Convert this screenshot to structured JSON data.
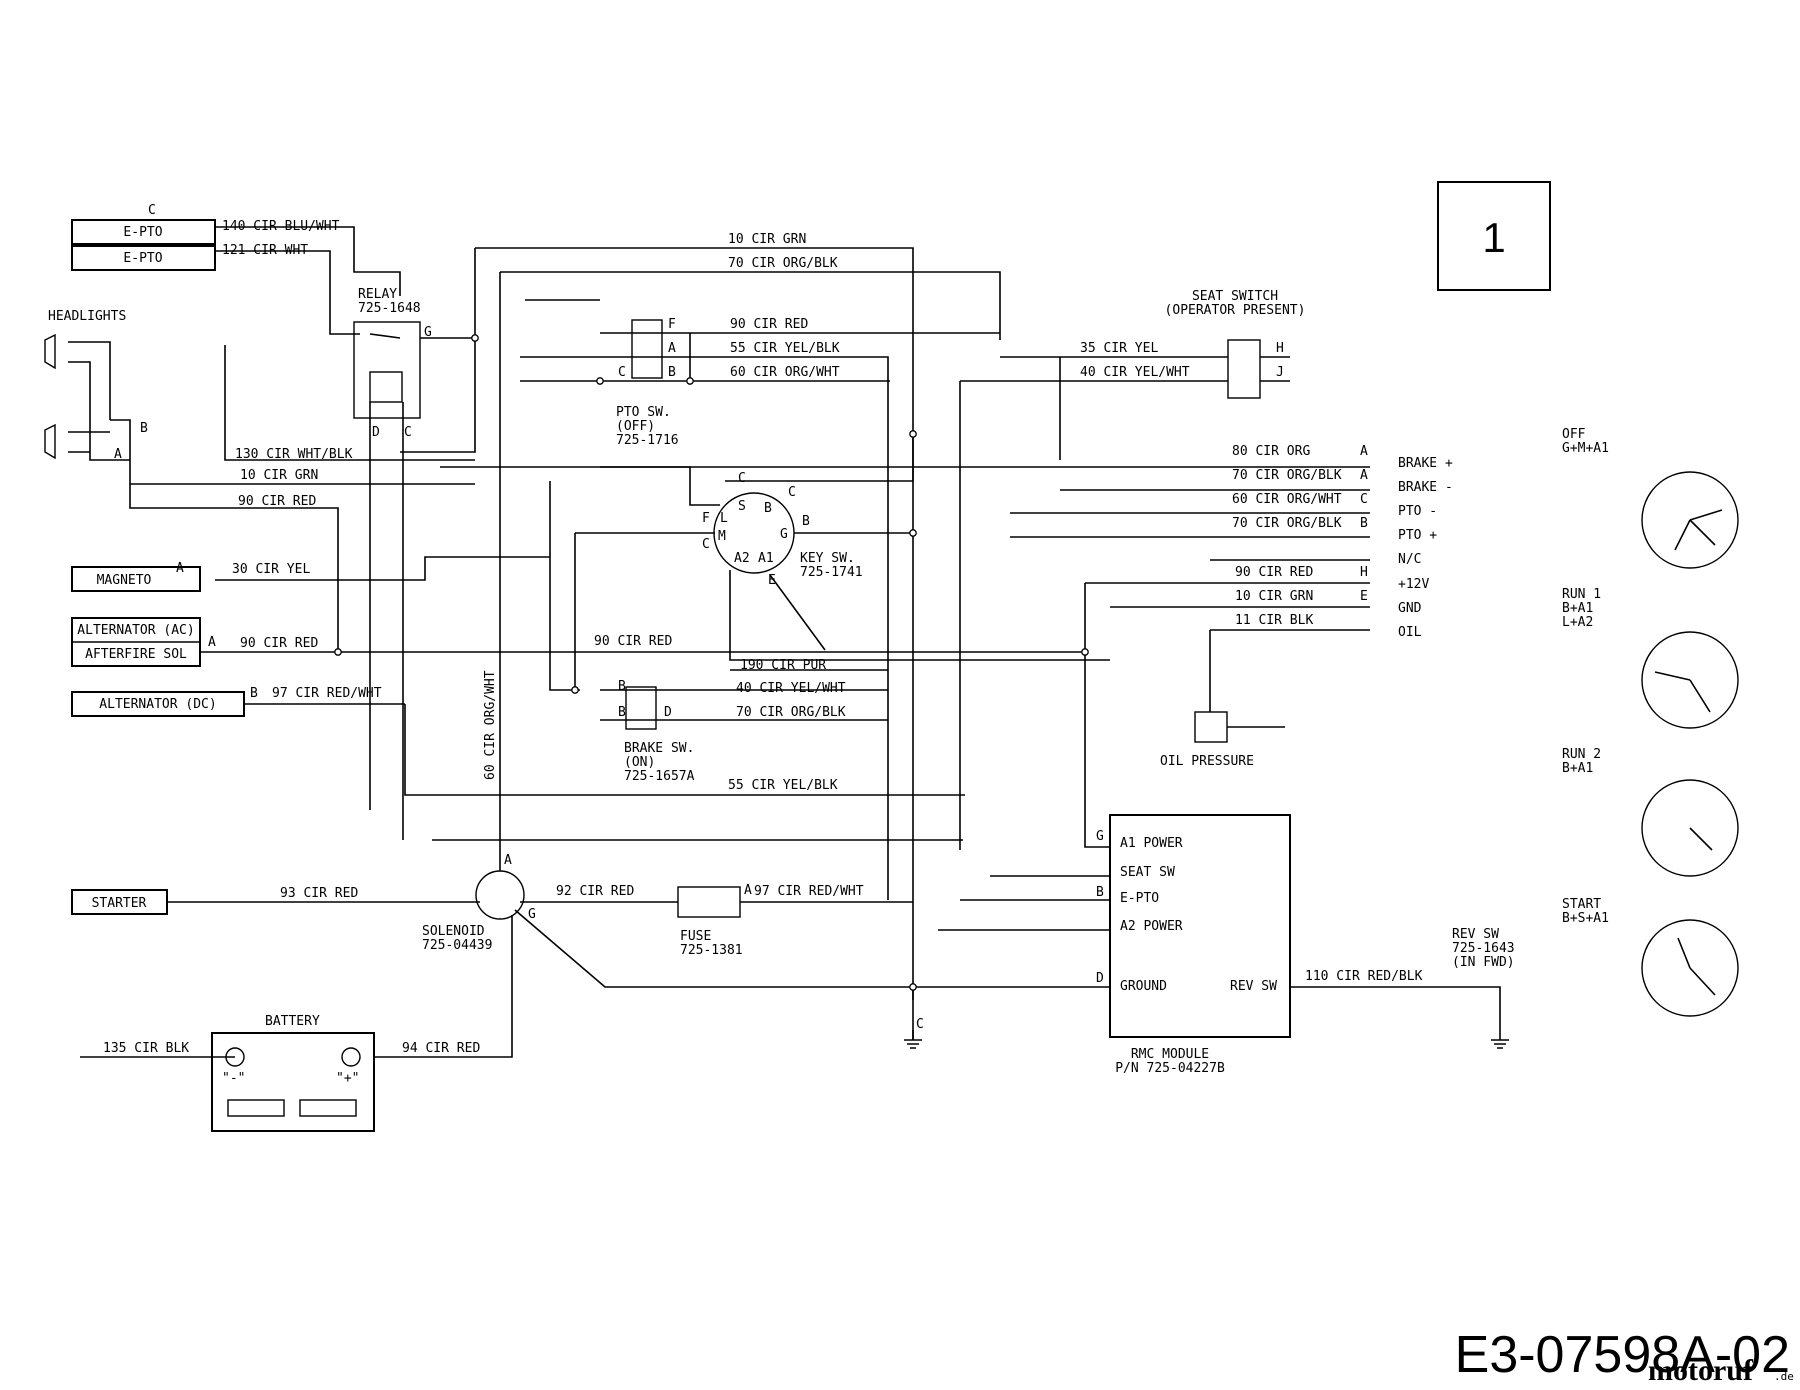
{
  "sheet_number": "1",
  "doc_number": "E3-07598A-02",
  "watermark": {
    "text": "motoruf",
    "suffix": ".de",
    "color": "#5a6fb0"
  },
  "components": {
    "epto_group_letter": "C",
    "epto_1": "E-PTO",
    "epto_2": "E-PTO",
    "headlights": "HEADLIGHTS",
    "relay": [
      "RELAY",
      "725-1648"
    ],
    "pto_sw": [
      "PTO SW.",
      "(OFF)",
      "725-1716"
    ],
    "key_sw": [
      "KEY SW.",
      "725-1741"
    ],
    "brake_sw": [
      "BRAKE SW.",
      "(ON)",
      "725-1657A"
    ],
    "seat_switch": [
      "SEAT SWITCH",
      "(OPERATOR PRESENT)"
    ],
    "magneto": "MAGNETO",
    "alternator_ac": "ALTERNATOR (AC)",
    "afterfire_sol": "AFTERFIRE SOL",
    "alternator_dc": "ALTERNATOR (DC)",
    "starter": "STARTER",
    "solenoid": [
      "SOLENOID",
      "725-04439"
    ],
    "fuse": [
      "FUSE",
      "725-1381"
    ],
    "battery": "BATTERY",
    "battery_neg": "\"-\"",
    "battery_pos": "\"+\"",
    "oil_pressure": "OIL PRESSURE",
    "rmc_module": [
      "RMC MODULE",
      "P/N 725-04227B"
    ],
    "rmc_pins": [
      "A1 POWER",
      "SEAT SW",
      "E-PTO",
      "A2 POWER",
      "GROUND",
      "REV SW"
    ],
    "rev_sw": [
      "REV SW",
      "725-1643",
      "(IN FWD)"
    ]
  },
  "wires": {
    "w140": "140 CIR BLU/WHT",
    "w121": "121 CIR WHT",
    "w10a": "10 CIR GRN",
    "w70a": "70 CIR ORG/BLK",
    "w90a": "90 CIR RED",
    "w55a": "55 CIR YEL/BLK",
    "w60a": "60 CIR ORG/WHT",
    "w35": "35 CIR YEL",
    "w40a": "40 CIR YEL/WHT",
    "w130": "130 CIR WHT/BLK",
    "w10b": "10 CIR GRN",
    "w90b": "90 CIR RED",
    "w30": "30 CIR YEL",
    "w90c": "90 CIR RED",
    "w90d": "90 CIR RED",
    "w97a": "97 CIR RED/WHT",
    "w190": "190 CIR PUR",
    "w40b": "40 CIR YEL/WHT",
    "w70b": "70 CIR ORG/BLK",
    "w55b": "55 CIR YEL/BLK",
    "w60v": "60 CIR ORG/WHT",
    "w93": "93 CIR RED",
    "w92": "92 CIR RED",
    "w97b": "97 CIR RED/WHT",
    "w110": "110 CIR RED/BLK",
    "w135": "135 CIR BLK",
    "w94": "94 CIR RED",
    "w80": "80 CIR ORG",
    "w70c": "70 CIR ORG/BLK",
    "w60c": "60 CIR ORG/WHT",
    "w70d": "70 CIR ORG/BLK",
    "w90e": "90 CIR RED",
    "w10c": "10 CIR GRN",
    "w11": "11 CIR BLK"
  },
  "harness": [
    {
      "pin": "A",
      "label": "BRAKE +"
    },
    {
      "pin": "A",
      "label": "BRAKE -"
    },
    {
      "pin": "C",
      "label": "PTO -"
    },
    {
      "pin": "B",
      "label": "PTO +"
    },
    {
      "pin": "",
      "label": "N/C"
    },
    {
      "pin": "H",
      "label": "+12V"
    },
    {
      "pin": "E",
      "label": "GND"
    },
    {
      "pin": "",
      "label": "OIL"
    }
  ],
  "key_positions": [
    {
      "title": "OFF",
      "combo": "G+M+A1"
    },
    {
      "title": "RUN 1",
      "combo": "B+A1",
      "combo2": "L+A2"
    },
    {
      "title": "RUN 2",
      "combo": "B+A1"
    },
    {
      "title": "START",
      "combo": "B+S+A1"
    }
  ],
  "pins": {
    "B": "B",
    "A": "A",
    "C": "C",
    "D": "D",
    "G": "G",
    "E": "E",
    "F": "F",
    "H": "H",
    "J": "J",
    "L": "L",
    "M": "M",
    "S": "S",
    "A1": "A1",
    "A2": "A2"
  }
}
